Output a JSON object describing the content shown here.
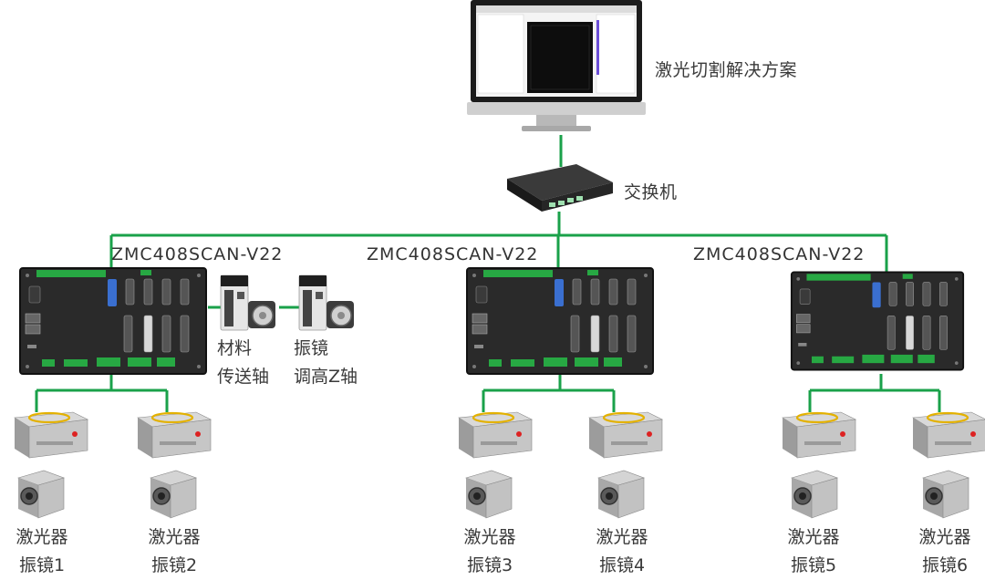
{
  "computer": {
    "label": "激光切割解决方案"
  },
  "switch": {
    "label": "交换机"
  },
  "controllers": [
    {
      "model": "ZMC408SCAN-V22"
    },
    {
      "model": "ZMC408SCAN-V22"
    },
    {
      "model": "ZMC408SCAN-V22"
    }
  ],
  "servos": [
    {
      "line1": "材料",
      "line2": "传送轴"
    },
    {
      "line1": "振镜",
      "line2": "调高Z轴"
    }
  ],
  "laser_units": [
    {
      "line1": "激光器",
      "line2": "振镜1"
    },
    {
      "line1": "激光器",
      "line2": "振镜2"
    },
    {
      "line1": "激光器",
      "line2": "振镜3"
    },
    {
      "line1": "激光器",
      "line2": "振镜4"
    },
    {
      "line1": "激光器",
      "line2": "振镜5"
    },
    {
      "line1": "激光器",
      "line2": "振镜6"
    }
  ],
  "colors": {
    "link": "#1aa14a",
    "board": "#2a2a2a",
    "terminal": "#27a843"
  }
}
